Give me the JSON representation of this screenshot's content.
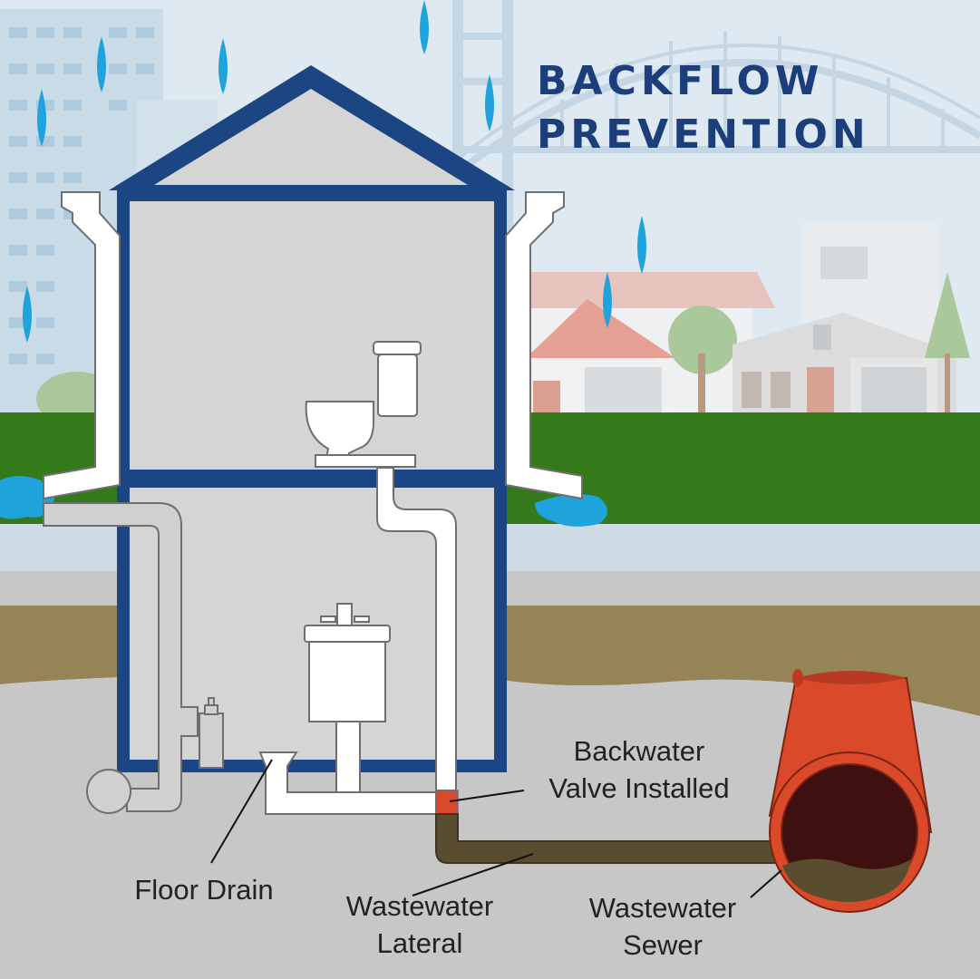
{
  "title": {
    "line1": "BACKFLOW",
    "line2": "PREVENTION"
  },
  "labels": {
    "backwater_valve": [
      "Backwater",
      "Valve Installed"
    ],
    "floor_drain": "Floor Drain",
    "wastewater_lateral": [
      "Wastewater",
      "Lateral"
    ],
    "wastewater_sewer": [
      "Wastewater",
      "Sewer"
    ]
  },
  "colors": {
    "sky": "#dfe9f1",
    "grass": "#347a1a",
    "soil": "#958457",
    "ground": "#c7c7c7",
    "house_outline": "#1c4583",
    "house_interior": "#d5d5d5",
    "pipe": "#ffffff",
    "sewer_pipe": "#d9492a",
    "sewage": "#5a4d2f",
    "water": "#1ea3dd",
    "valve": "#d9492a"
  }
}
